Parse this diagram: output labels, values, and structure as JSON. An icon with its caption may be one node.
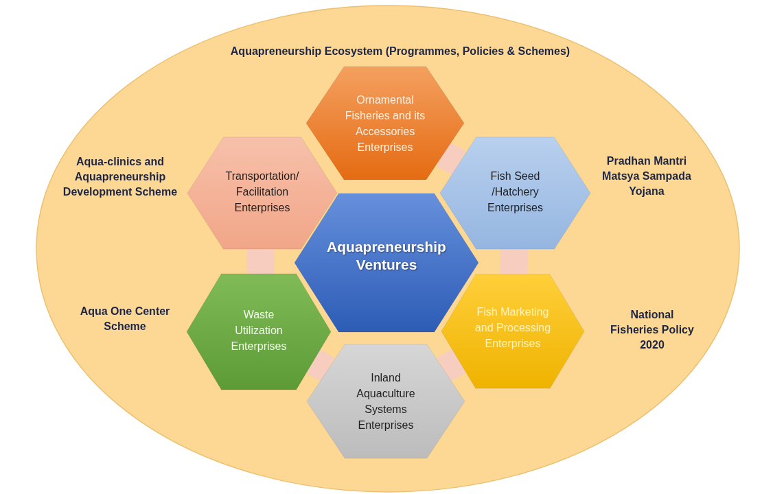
{
  "diagram": {
    "nodes": [
      {
        "text": [
          "Aquapreneurship Ecosystem (Programmes, Policies & Schemes)",
          "Aqua-clinics and Aquapreneurship Development Scheme",
          "Pradhan Mantri Matsya Sampada Yojana",
          "Aqua One Center Scheme",
          "National Fisheries Policy 2020"
        ]
      },
      {
        "text": [
          "Ornamental Fisheries and its Accessories Enterprises"
        ],
        "in": 0
      },
      {
        "text": [
          "Transportation/ Facilitation Enterprises"
        ],
        "in": 0
      },
      {
        "text": [
          "Fish Seed /Hatchery Enterprises"
        ],
        "in": 0
      },
      {
        "text": [
          "Aquapreneurship Ventures"
        ],
        "in": 0
      },
      {
        "text": [
          "Waste Utilization Enterprises"
        ],
        "in": 0
      },
      {
        "text": [
          "Fish Marketing and Processing Enterprises"
        ],
        "in": 0
      },
      {
        "text": [
          "Inland Aquaculture Systems Enterprises"
        ],
        "in": 0
      }
    ],
    "edges": [
      {
        "from": 1,
        "to": 3,
        "arrow": "none"
      },
      {
        "from": 3,
        "to": 6,
        "arrow": "none"
      },
      {
        "from": 6,
        "to": 7,
        "arrow": "none"
      },
      {
        "from": 7,
        "to": 5,
        "arrow": "none"
      },
      {
        "from": 5,
        "to": 2,
        "arrow": "none"
      }
    ]
  }
}
